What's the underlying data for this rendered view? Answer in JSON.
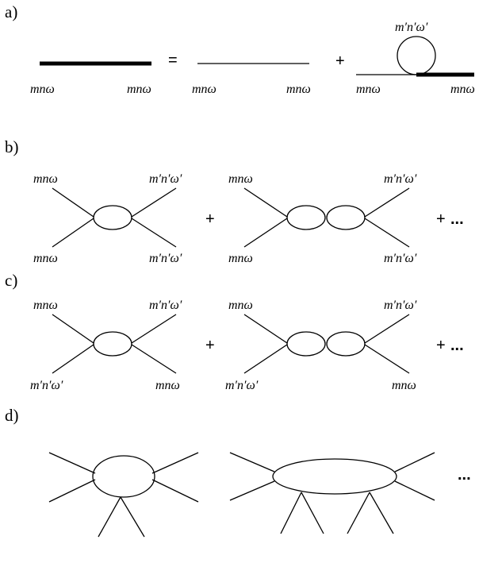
{
  "panels": {
    "a": {
      "label": "a)",
      "lhs_left": "mnω",
      "lhs_right": "mnω",
      "equals": "=",
      "rhs1_left": "mnω",
      "rhs1_right": "mnω",
      "plus": "+",
      "loop_label": "m′n′ω′",
      "rhs2_left": "mnω",
      "rhs2_right": "mnω"
    },
    "b": {
      "label": "b)",
      "d1_top_left": "mnω",
      "d1_top_right": "m′n′ω′",
      "d1_bottom_left": "mnω",
      "d1_bottom_right": "m′n′ω′",
      "plus": "+",
      "d2_top_left": "mnω",
      "d2_top_right": "m′n′ω′",
      "d2_bottom_left": "mnω",
      "d2_bottom_right": "m′n′ω′",
      "plus_more": "+",
      "ellipsis": "..."
    },
    "c": {
      "label": "c)",
      "d1_top_left": "mnω",
      "d1_top_right": "m′n′ω′",
      "d1_bottom_left": "m′n′ω′",
      "d1_bottom_right": "mnω",
      "plus": "+",
      "d2_top_left": "mnω",
      "d2_top_right": "m′n′ω′",
      "d2_bottom_left": "m′n′ω′",
      "d2_bottom_right": "mnω",
      "plus_more": "+",
      "ellipsis": "..."
    },
    "d": {
      "label": "d)",
      "ellipsis": "..."
    }
  }
}
